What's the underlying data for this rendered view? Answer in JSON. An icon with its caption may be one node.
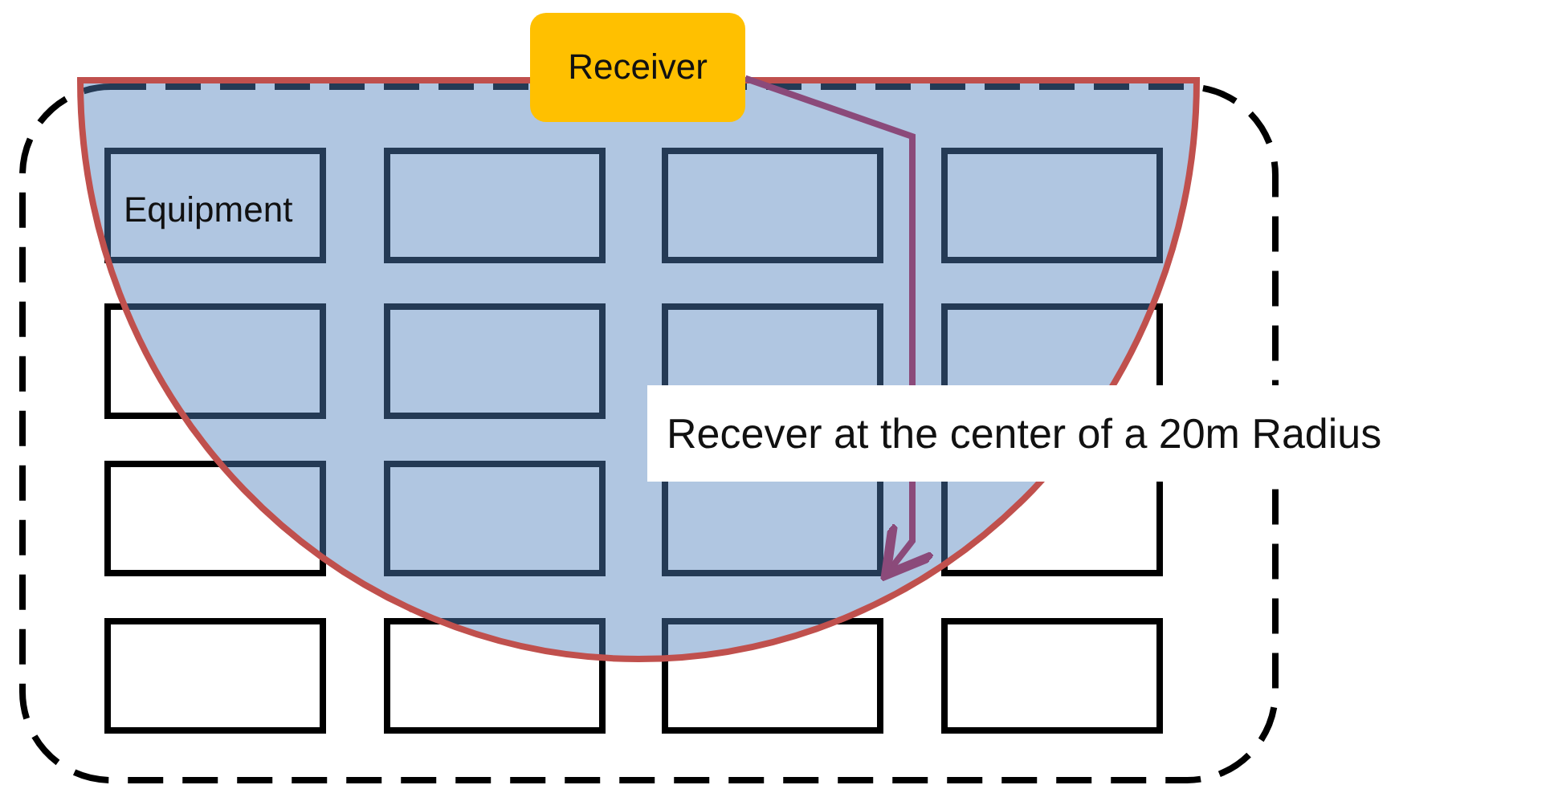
{
  "diagram": {
    "nodes": [
      {
        "text": [
          "Receiver"
        ]
      },
      {
        "text": [
          "Equipment"
        ]
      },
      {
        "text": [],
        "shape": "box"
      },
      {
        "text": [],
        "shape": "box"
      },
      {
        "text": [],
        "shape": "box"
      },
      {
        "text": [],
        "shape": "box"
      },
      {
        "text": [],
        "shape": "box"
      },
      {
        "text": [],
        "shape": "box"
      },
      {
        "text": [],
        "shape": "box"
      },
      {
        "text": [],
        "shape": "box"
      },
      {
        "text": [],
        "shape": "box"
      },
      {
        "text": [],
        "shape": "box"
      },
      {
        "text": [],
        "shape": "box"
      },
      {
        "text": [],
        "shape": "box"
      },
      {
        "text": [],
        "shape": "box"
      },
      {
        "text": [],
        "shape": "box"
      },
      {
        "text": [],
        "shape": "box"
      }
    ],
    "edges": [
      {
        "from": 0,
        "to": 11,
        "arrow": "to"
      }
    ],
    "labels": [
      "Recever at the center of a 20m Radius"
    ]
  }
}
